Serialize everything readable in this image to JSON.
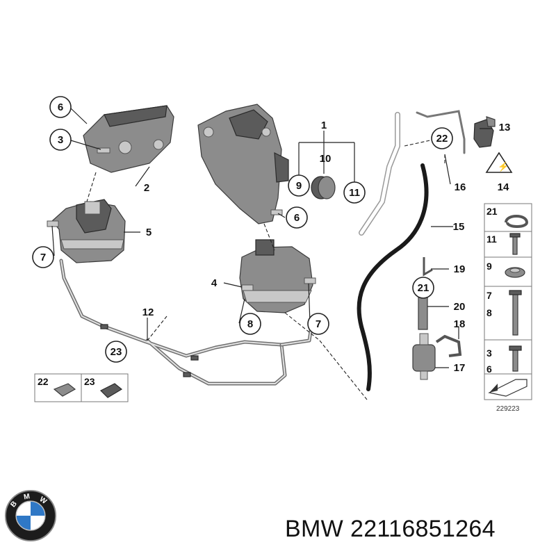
{
  "brand": "BMW",
  "part_number": "22116851264",
  "diagram_ref": "229223",
  "logo_text": "BMW",
  "callouts": {
    "c1": "1",
    "c2": "2",
    "c3": "3",
    "c4": "4",
    "c5": "5",
    "c6a": "6",
    "c6b": "6",
    "c7a": "7",
    "c7b": "7",
    "c8": "8",
    "c9": "9",
    "c10": "10",
    "c11": "11",
    "c12": "12",
    "c13": "13",
    "c14": "14",
    "c15": "15",
    "c16": "16",
    "c17": "17",
    "c18": "18",
    "c19": "19",
    "c20": "20",
    "c21": "21",
    "c22": "22",
    "c23": "23"
  },
  "legend_left": [
    "22",
    "23"
  ],
  "legend_right": [
    "21",
    "11",
    "9",
    "7",
    "8",
    "3",
    "6"
  ]
}
